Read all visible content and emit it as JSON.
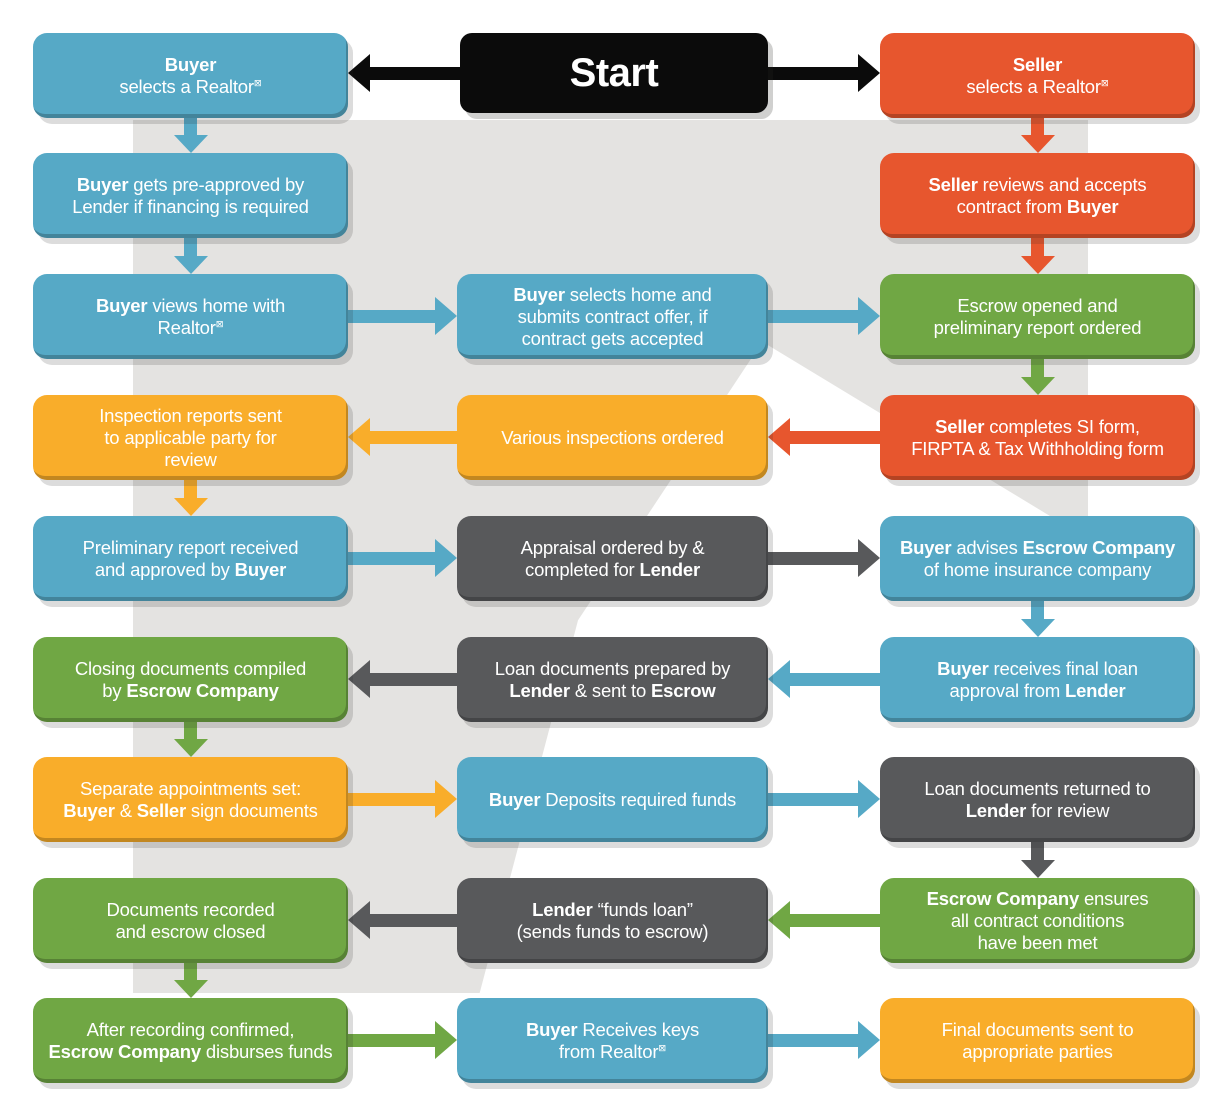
{
  "palette": {
    "blue": "#56A9C6",
    "red": "#E7562E",
    "green": "#70A744",
    "yellow": "#F9AD2A",
    "dark": "#58595B",
    "black": "#0B0B0B",
    "panel_gray": "#E4E3E1",
    "house_white": "#FFFFFF",
    "text_white": "#FFFFFF"
  },
  "start": {
    "label": "Start"
  },
  "registered_mark_glyph": "⊠",
  "boxes": [
    {
      "id": "l1",
      "col": "L",
      "row": 1,
      "color": "blue",
      "lines": [
        [
          {
            "t": "Buyer",
            "b": true
          }
        ],
        [
          {
            "t": "selects a Realtor"
          },
          {
            "t": "⊠",
            "sup": true
          }
        ]
      ]
    },
    {
      "id": "l2",
      "col": "L",
      "row": 2,
      "color": "blue",
      "lines": [
        [
          {
            "t": "Buyer",
            "b": true
          },
          {
            "t": " gets pre-approved by"
          }
        ],
        [
          {
            "t": "Lender if financing is required"
          }
        ]
      ]
    },
    {
      "id": "l3",
      "col": "L",
      "row": 3,
      "color": "blue",
      "lines": [
        [
          {
            "t": "Buyer",
            "b": true
          },
          {
            "t": " views home with"
          }
        ],
        [
          {
            "t": "Realtor"
          },
          {
            "t": "⊠",
            "sup": true
          }
        ]
      ]
    },
    {
      "id": "l4",
      "col": "L",
      "row": 4,
      "color": "yellow",
      "lines": [
        [
          {
            "t": "Inspection reports sent"
          }
        ],
        [
          {
            "t": "to applicable party for"
          }
        ],
        [
          {
            "t": "review"
          }
        ]
      ]
    },
    {
      "id": "l5",
      "col": "L",
      "row": 5,
      "color": "blue",
      "lines": [
        [
          {
            "t": "Preliminary report received"
          }
        ],
        [
          {
            "t": "and approved by "
          },
          {
            "t": "Buyer",
            "b": true
          }
        ]
      ]
    },
    {
      "id": "l6",
      "col": "L",
      "row": 6,
      "color": "green",
      "lines": [
        [
          {
            "t": "Closing documents compiled"
          }
        ],
        [
          {
            "t": "by "
          },
          {
            "t": "Escrow Company",
            "b": true
          }
        ]
      ]
    },
    {
      "id": "l7",
      "col": "L",
      "row": 7,
      "color": "yellow",
      "lines": [
        [
          {
            "t": "Separate appointments set:"
          }
        ],
        [
          {
            "t": "Buyer",
            "b": true
          },
          {
            "t": " & "
          },
          {
            "t": "Seller",
            "b": true
          },
          {
            "t": " sign documents"
          }
        ]
      ]
    },
    {
      "id": "l8",
      "col": "L",
      "row": 8,
      "color": "green",
      "lines": [
        [
          {
            "t": "Documents recorded"
          }
        ],
        [
          {
            "t": "and escrow closed"
          }
        ]
      ]
    },
    {
      "id": "l9",
      "col": "L",
      "row": 9,
      "color": "green",
      "lines": [
        [
          {
            "t": "After recording confirmed,"
          }
        ],
        [
          {
            "t": "Escrow Company",
            "b": true
          },
          {
            "t": " disburses funds"
          }
        ]
      ]
    },
    {
      "id": "m3",
      "col": "M",
      "row": 3,
      "color": "blue",
      "lines": [
        [
          {
            "t": "Buyer",
            "b": true
          },
          {
            "t": " selects home and"
          }
        ],
        [
          {
            "t": "submits contract offer, if"
          }
        ],
        [
          {
            "t": "contract gets accepted"
          }
        ]
      ]
    },
    {
      "id": "m4",
      "col": "M",
      "row": 4,
      "color": "yellow",
      "lines": [
        [
          {
            "t": "Various inspections ordered"
          }
        ]
      ]
    },
    {
      "id": "m5",
      "col": "M",
      "row": 5,
      "color": "dark",
      "lines": [
        [
          {
            "t": "Appraisal ordered by &"
          }
        ],
        [
          {
            "t": "completed for "
          },
          {
            "t": "Lender",
            "b": true
          }
        ]
      ]
    },
    {
      "id": "m6",
      "col": "M",
      "row": 6,
      "color": "dark",
      "lines": [
        [
          {
            "t": "Loan documents prepared by"
          }
        ],
        [
          {
            "t": "Lender",
            "b": true
          },
          {
            "t": " & sent to "
          },
          {
            "t": "Escrow",
            "b": true
          }
        ]
      ]
    },
    {
      "id": "m7",
      "col": "M",
      "row": 7,
      "color": "blue",
      "lines": [
        [
          {
            "t": "Buyer",
            "b": true
          },
          {
            "t": " Deposits required funds"
          }
        ]
      ]
    },
    {
      "id": "m8",
      "col": "M",
      "row": 8,
      "color": "dark",
      "lines": [
        [
          {
            "t": "Lender",
            "b": true
          },
          {
            "t": " “funds loan”"
          }
        ],
        [
          {
            "t": "(sends funds to escrow)"
          }
        ]
      ]
    },
    {
      "id": "m9",
      "col": "M",
      "row": 9,
      "color": "blue",
      "lines": [
        [
          {
            "t": "Buyer",
            "b": true
          },
          {
            "t": " Receives keys"
          }
        ],
        [
          {
            "t": "from Realtor"
          },
          {
            "t": "⊠",
            "sup": true
          }
        ]
      ]
    },
    {
      "id": "r1",
      "col": "R",
      "row": 1,
      "color": "red",
      "lines": [
        [
          {
            "t": "Seller",
            "b": true
          }
        ],
        [
          {
            "t": "selects a Realtor"
          },
          {
            "t": "⊠",
            "sup": true
          }
        ]
      ]
    },
    {
      "id": "r2",
      "col": "R",
      "row": 2,
      "color": "red",
      "lines": [
        [
          {
            "t": "Seller",
            "b": true
          },
          {
            "t": " reviews and accepts"
          }
        ],
        [
          {
            "t": "contract from "
          },
          {
            "t": "Buyer",
            "b": true
          }
        ]
      ]
    },
    {
      "id": "r3",
      "col": "R",
      "row": 3,
      "color": "green",
      "lines": [
        [
          {
            "t": "Escrow opened and"
          }
        ],
        [
          {
            "t": "preliminary report ordered"
          }
        ]
      ]
    },
    {
      "id": "r4",
      "col": "R",
      "row": 4,
      "color": "red",
      "lines": [
        [
          {
            "t": "Seller",
            "b": true
          },
          {
            "t": " completes SI form,"
          }
        ],
        [
          {
            "t": "FIRPTA & Tax Withholding form"
          }
        ]
      ]
    },
    {
      "id": "r5",
      "col": "R",
      "row": 5,
      "color": "blue",
      "lines": [
        [
          {
            "t": "Buyer",
            "b": true
          },
          {
            "t": " advises "
          },
          {
            "t": "Escrow Company",
            "b": true
          }
        ],
        [
          {
            "t": "of home insurance company"
          }
        ]
      ]
    },
    {
      "id": "r6",
      "col": "R",
      "row": 6,
      "color": "blue",
      "lines": [
        [
          {
            "t": "Buyer",
            "b": true
          },
          {
            "t": " receives final loan"
          }
        ],
        [
          {
            "t": "approval from "
          },
          {
            "t": "Lender",
            "b": true
          }
        ]
      ]
    },
    {
      "id": "r7",
      "col": "R",
      "row": 7,
      "color": "dark",
      "lines": [
        [
          {
            "t": "Loan documents returned to"
          }
        ],
        [
          {
            "t": "Lender",
            "b": true
          },
          {
            "t": " for review"
          }
        ]
      ]
    },
    {
      "id": "r8",
      "col": "R",
      "row": 8,
      "color": "green",
      "lines": [
        [
          {
            "t": "Escrow Company",
            "b": true
          },
          {
            "t": " ensures"
          }
        ],
        [
          {
            "t": "all contract conditions"
          }
        ],
        [
          {
            "t": "have been met"
          }
        ]
      ]
    },
    {
      "id": "r9",
      "col": "R",
      "row": 9,
      "color": "yellow",
      "lines": [
        [
          {
            "t": "Final documents sent to"
          }
        ],
        [
          {
            "t": "appropriate parties"
          }
        ]
      ]
    }
  ],
  "h_arrows": [
    {
      "row": 1,
      "side": "LM",
      "dir": "left",
      "color": "black",
      "name": "arrow-start-to-buyer"
    },
    {
      "row": 1,
      "side": "MR",
      "dir": "right",
      "color": "black",
      "name": "arrow-start-to-seller"
    },
    {
      "row": 3,
      "side": "LM",
      "dir": "right",
      "color": "blue",
      "name": "arrow-views-home-to-selects-home"
    },
    {
      "row": 3,
      "side": "MR",
      "dir": "right",
      "color": "blue",
      "name": "arrow-selects-home-to-escrow-opened"
    },
    {
      "row": 4,
      "side": "MR",
      "dir": "left",
      "color": "red",
      "name": "arrow-si-form-to-inspections"
    },
    {
      "row": 4,
      "side": "LM",
      "dir": "left",
      "color": "yellow",
      "name": "arrow-inspections-to-reports"
    },
    {
      "row": 5,
      "side": "LM",
      "dir": "right",
      "color": "blue",
      "name": "arrow-prelim-report-to-appraisal"
    },
    {
      "row": 5,
      "side": "MR",
      "dir": "right",
      "color": "dark",
      "name": "arrow-appraisal-to-advises-escrow"
    },
    {
      "row": 6,
      "side": "MR",
      "dir": "left",
      "color": "blue",
      "name": "arrow-loan-approval-to-loan-docs"
    },
    {
      "row": 6,
      "side": "LM",
      "dir": "left",
      "color": "dark",
      "name": "arrow-loan-docs-to-closing-docs"
    },
    {
      "row": 7,
      "side": "LM",
      "dir": "right",
      "color": "yellow",
      "name": "arrow-appointments-to-deposit"
    },
    {
      "row": 7,
      "side": "MR",
      "dir": "right",
      "color": "blue",
      "name": "arrow-deposit-to-docs-returned"
    },
    {
      "row": 8,
      "side": "MR",
      "dir": "left",
      "color": "green",
      "name": "arrow-conditions-met-to-funds-loan"
    },
    {
      "row": 8,
      "side": "LM",
      "dir": "left",
      "color": "dark",
      "name": "arrow-funds-loan-to-recorded"
    },
    {
      "row": 9,
      "side": "LM",
      "dir": "right",
      "color": "green",
      "name": "arrow-disburses-to-keys"
    },
    {
      "row": 9,
      "side": "MR",
      "dir": "right",
      "color": "blue",
      "name": "arrow-keys-to-final-docs"
    }
  ],
  "v_arrows": [
    {
      "col": "L",
      "afterRow": 1,
      "color": "blue",
      "name": "arrow-buyer-realtor-down"
    },
    {
      "col": "L",
      "afterRow": 2,
      "color": "blue",
      "name": "arrow-preapproved-down"
    },
    {
      "col": "L",
      "afterRow": 4,
      "color": "yellow",
      "name": "arrow-inspection-reports-down"
    },
    {
      "col": "L",
      "afterRow": 6,
      "color": "green",
      "name": "arrow-closing-docs-down"
    },
    {
      "col": "L",
      "afterRow": 8,
      "color": "green",
      "name": "arrow-recorded-down"
    },
    {
      "col": "R",
      "afterRow": 1,
      "color": "red",
      "name": "arrow-seller-realtor-down"
    },
    {
      "col": "R",
      "afterRow": 2,
      "color": "red",
      "name": "arrow-seller-reviews-down"
    },
    {
      "col": "R",
      "afterRow": 3,
      "color": "green",
      "name": "arrow-escrow-opened-down"
    },
    {
      "col": "R",
      "afterRow": 5,
      "color": "blue",
      "name": "arrow-advises-escrow-down"
    },
    {
      "col": "R",
      "afterRow": 7,
      "color": "dark",
      "name": "arrow-docs-returned-down"
    }
  ]
}
